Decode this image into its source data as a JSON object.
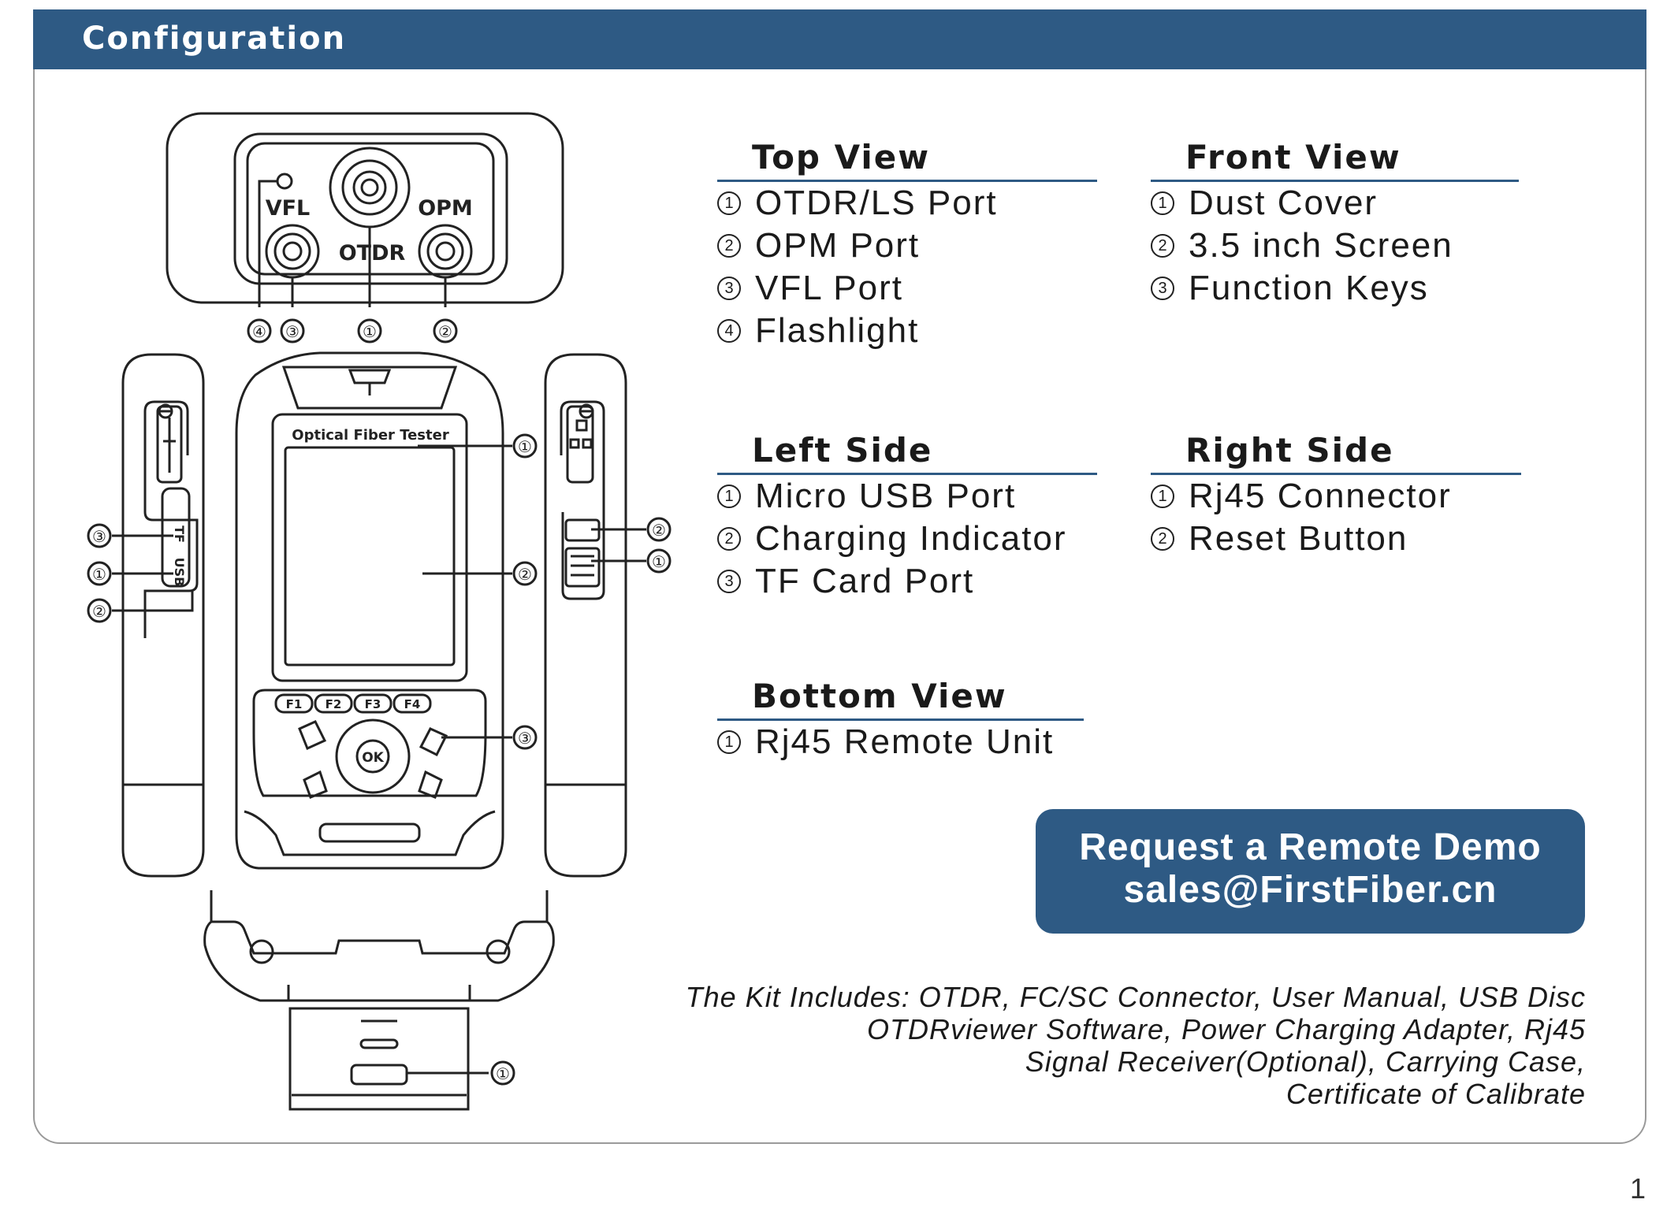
{
  "header": {
    "title": "Configuration"
  },
  "diagram": {
    "labels": {
      "vfl": "VFL",
      "opm": "OPM",
      "otdr": "OTDR",
      "screen_title": "Optical Fiber Tester",
      "f1": "F1",
      "f2": "F2",
      "f3": "F3",
      "f4": "F4",
      "ok": "OK",
      "tf": "TF",
      "usb": "USB"
    },
    "callouts": {
      "top": [
        "④",
        "③",
        "①",
        "②"
      ],
      "front": [
        "①",
        "②",
        "③"
      ],
      "left": [
        "③",
        "①",
        "②"
      ],
      "right": [
        "②",
        "①"
      ],
      "bottom": [
        "①"
      ]
    }
  },
  "sections": {
    "top_view": {
      "title": "Top View",
      "items": [
        {
          "num": "1",
          "label": "OTDR/LS Port"
        },
        {
          "num": "2",
          "label": "OPM Port"
        },
        {
          "num": "3",
          "label": "VFL Port"
        },
        {
          "num": "4",
          "label": "Flashlight"
        }
      ]
    },
    "front_view": {
      "title": "Front View",
      "items": [
        {
          "num": "1",
          "label": "Dust Cover"
        },
        {
          "num": "2",
          "label": "3.5 inch Screen"
        },
        {
          "num": "3",
          "label": "Function Keys"
        }
      ]
    },
    "left_side": {
      "title": "Left Side",
      "items": [
        {
          "num": "1",
          "label": "Micro USB Port"
        },
        {
          "num": "2",
          "label": "Charging Indicator"
        },
        {
          "num": "3",
          "label": "TF Card Port"
        }
      ]
    },
    "right_side": {
      "title": "Right Side",
      "items": [
        {
          "num": "1",
          "label": "Rj45 Connector"
        },
        {
          "num": "2",
          "label": "Reset Button"
        }
      ]
    },
    "bottom_view": {
      "title": "Bottom View",
      "items": [
        {
          "num": "1",
          "label": "Rj45 Remote Unit"
        }
      ]
    }
  },
  "cta": {
    "line1": "Request a Remote Demo",
    "line2": "sales@FirstFiber.cn"
  },
  "kit": {
    "line1": "The Kit Includes: OTDR, FC/SC Connector, User Manual, USB Disc",
    "line2": "OTDRviewer Software, Power Charging Adapter, Rj45",
    "line3": "Signal Receiver(Optional), Carrying Case,",
    "line4": "Certificate of Calibrate"
  },
  "page_number": "1",
  "colors": {
    "brand": "#2e5a84",
    "text": "#1a1a1a"
  }
}
